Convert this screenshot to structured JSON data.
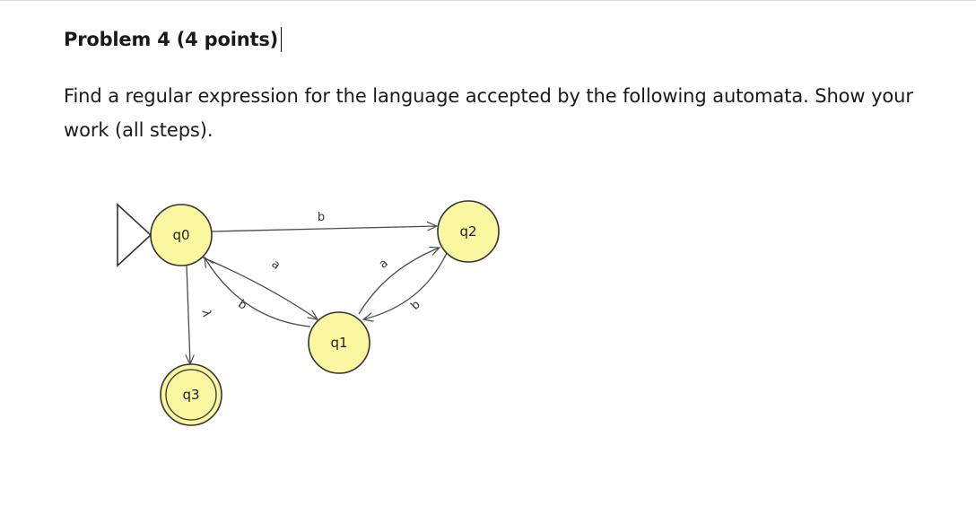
{
  "document": {
    "heading": "Problem 4 (4 points)",
    "body_line_1": "Find a regular expression for the language accepted by the following automata. Show your",
    "body_line_2": "work (all steps)."
  },
  "automaton": {
    "states": {
      "q0": "q0",
      "q1": "q1",
      "q2": "q2",
      "q3": "q3"
    },
    "initial_state": "q0",
    "final_states": [
      "q3"
    ],
    "transitions": [
      {
        "from": "q0",
        "to": "q2",
        "label": "b"
      },
      {
        "from": "q0",
        "to": "q1",
        "label": "a"
      },
      {
        "from": "q1",
        "to": "q0",
        "label": "b"
      },
      {
        "from": "q1",
        "to": "q2",
        "label": "a"
      },
      {
        "from": "q2",
        "to": "q1",
        "label": "b"
      },
      {
        "from": "q0",
        "to": "q3",
        "label": "λ"
      }
    ],
    "labels": {
      "q0_q2": "b",
      "q0_q1": "a",
      "q1_q0": "b",
      "q1_q2": "a",
      "q2_q1": "b",
      "q0_q3": "λ"
    },
    "colors": {
      "state_fill": "#fbf7a1",
      "state_stroke": "#333333",
      "edge": "#4a4a4a"
    }
  }
}
